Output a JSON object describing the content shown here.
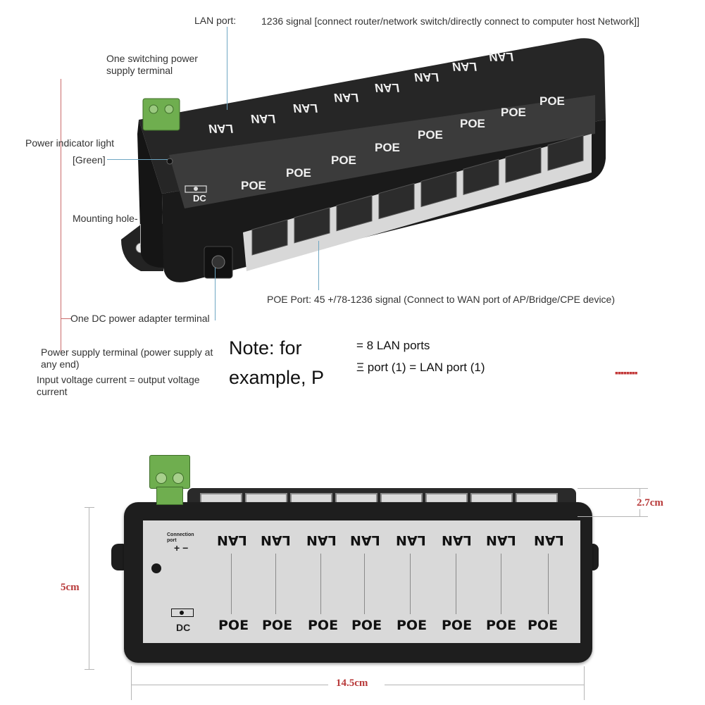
{
  "labels": {
    "lan_port_title": "LAN port:",
    "lan_port_desc": "1236 signal [connect router/network switch/directly connect to computer host Network]]",
    "switching_power": "One switching power supply terminal",
    "power_indicator": "Power indicator light",
    "power_indicator_color": "[Green]",
    "mounting_hole": "Mounting hole-",
    "poe_port_desc": "POE Port: 45 +/78-1236 signal (Connect to WAN port of AP/Bridge/CPE device)",
    "dc_adapter": "One DC power adapter terminal",
    "power_supply_terminal": "Power supply terminal (power supply at any end)",
    "input_voltage": "Input voltage current = output voltage current",
    "note_line1": "Note: for",
    "note_line2": "example, P",
    "eq_line1": "= 8 LAN ports",
    "eq_line2": "Ξ port (1) = LAN port (1)"
  },
  "device": {
    "lan_label": "LAN",
    "poe_label": "POE",
    "dc_label": "DC",
    "connection_port": "Connection port",
    "polarity": "+ −",
    "port_count": 8
  },
  "dimensions": {
    "height": "2.7cm",
    "width": "14.5cm",
    "depth": "5cm"
  },
  "colors": {
    "device_body": "#1e1e1e",
    "terminal_green": "#6fae4f",
    "indicator_led": "#2fbf3f",
    "dimension_text": "#b83a3a",
    "leader_line": "#6fa7c3"
  }
}
